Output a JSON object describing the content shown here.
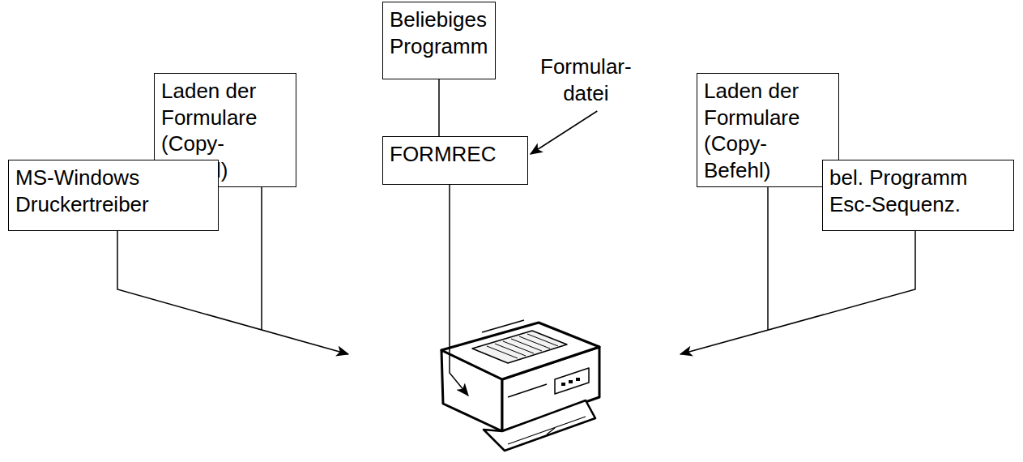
{
  "diagram": {
    "nodes": [
      {
        "text": [
          "Laden der Formulare (Copy-Befehl)"
        ]
      },
      {
        "text": [
          "MS-Windows Druckertreiber"
        ]
      },
      {
        "text": [
          "Beliebiges Programm"
        ]
      },
      {
        "text": [
          "FORMREC"
        ]
      },
      {
        "text": [
          "Laden der Formulare (Copy-Befehl)"
        ]
      },
      {
        "text": [
          "bel. Programm Esc-Sequenz."
        ]
      }
    ],
    "edges": [
      {
        "from": 2,
        "to": 3,
        "arrow": "none"
      }
    ],
    "labels": [
      "Formular- datei"
    ]
  }
}
